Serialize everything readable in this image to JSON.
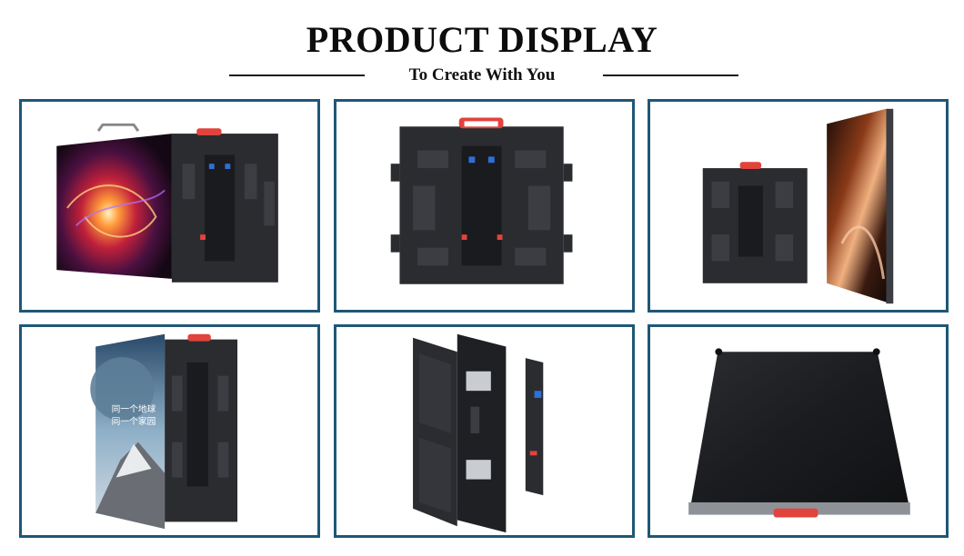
{
  "header": {
    "title": "PRODUCT DISPLAY",
    "subtitle": "To Create With You"
  },
  "colors": {
    "frame_border": "#1f5777",
    "cabinet": "#2a2c30",
    "handle": "#e2433c",
    "screen_dark": "#1b1c20"
  },
  "gallery": {
    "items": [
      {
        "id": "cabinet-front-back-swirl",
        "icon": "led-cabinet-with-swirl-screen"
      },
      {
        "id": "cabinet-rear-view",
        "icon": "led-cabinet-rear"
      },
      {
        "id": "cabinet-with-abstract-screen",
        "icon": "led-cabinet-abstract-screen"
      },
      {
        "id": "cabinet-with-earth-poster",
        "icon": "led-cabinet-earth-screen",
        "screen_text": [
          "同一个地球",
          "同一个家园"
        ]
      },
      {
        "id": "cabinet-exploded-view",
        "icon": "led-cabinet-exploded"
      },
      {
        "id": "cabinet-front-panel",
        "icon": "led-cabinet-front-panel"
      }
    ]
  }
}
